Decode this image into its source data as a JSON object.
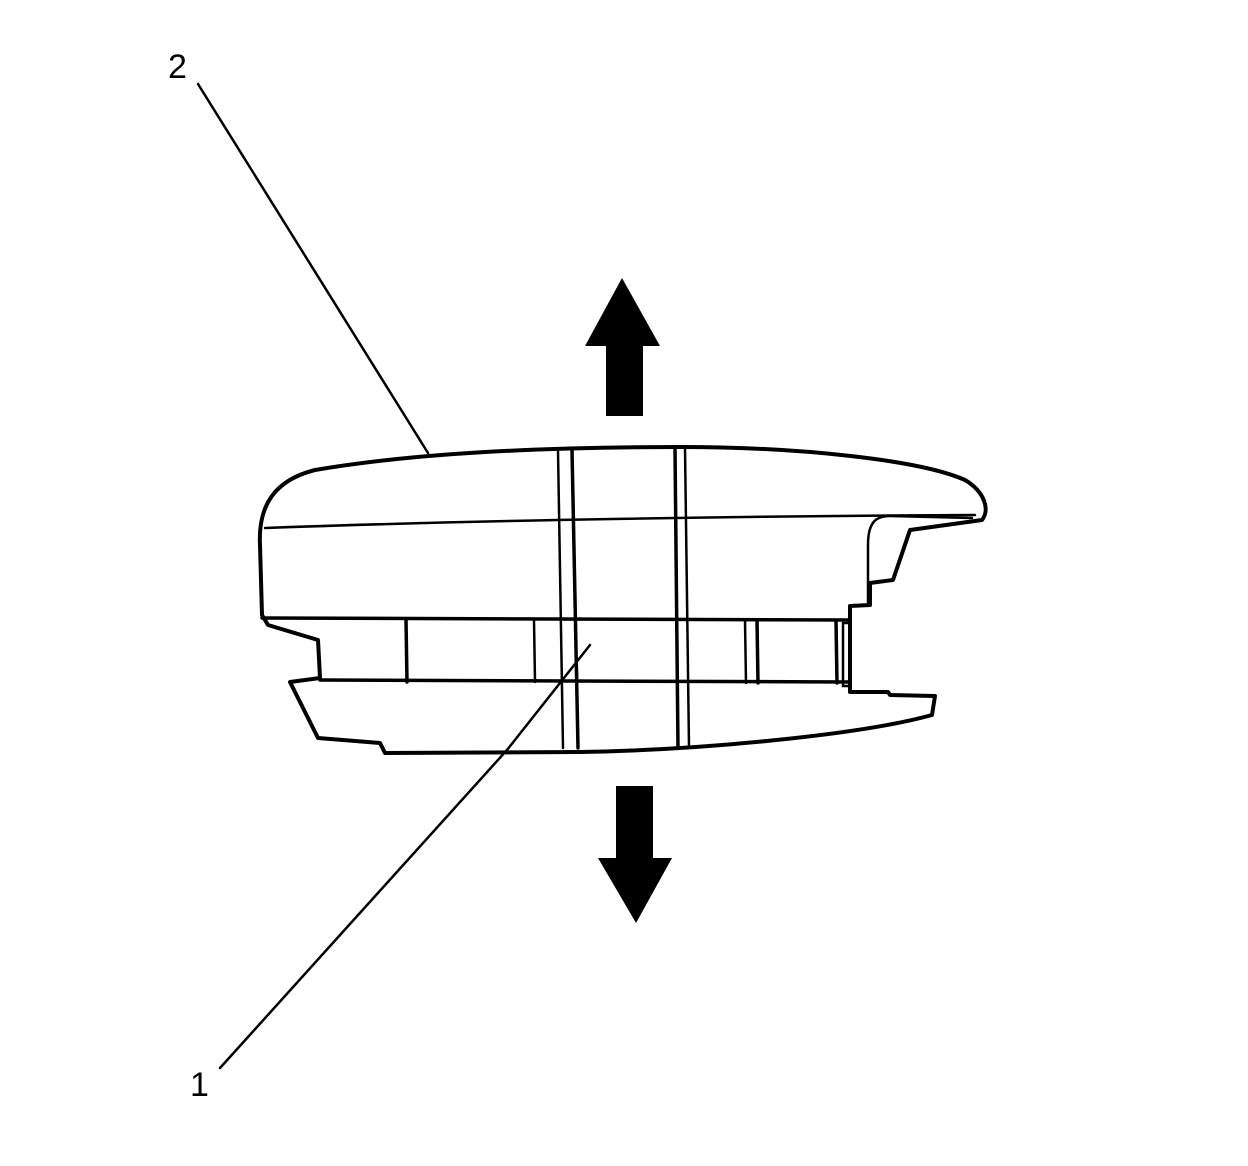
{
  "callouts": [
    {
      "id": "1",
      "label": "1"
    },
    {
      "id": "2",
      "label": "2"
    }
  ],
  "colors": {
    "line": "#000000",
    "background": "#ffffff"
  },
  "icons": {
    "up": "arrow-up-icon",
    "down": "arrow-down-icon"
  }
}
